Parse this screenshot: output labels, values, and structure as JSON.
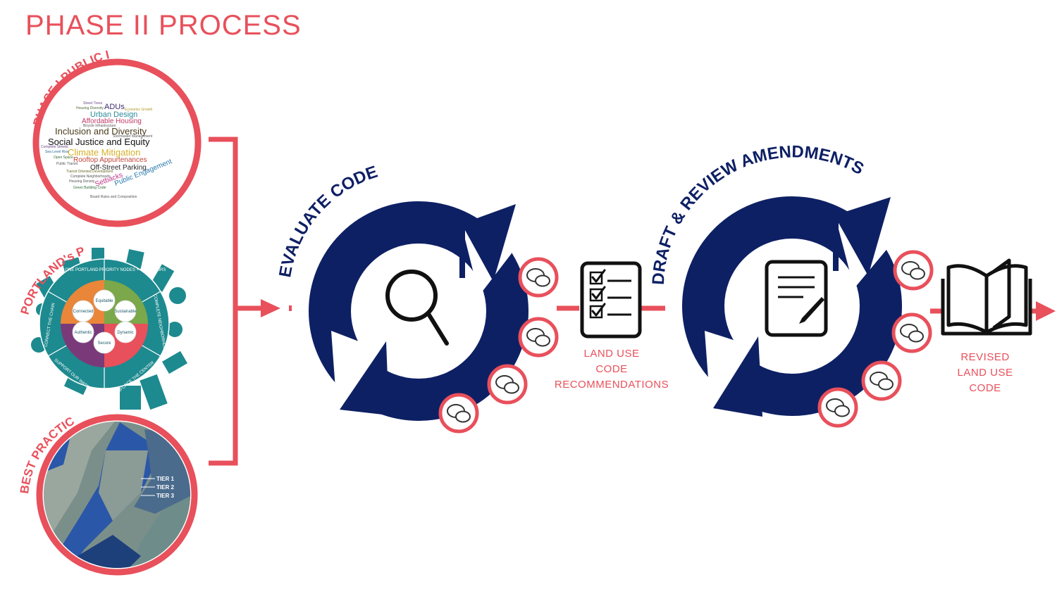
{
  "title": "PHASE II PROCESS",
  "inputs": {
    "phase1": "PHASE I PUBLIC INPUT",
    "plan": "PORTLAND's PLAN",
    "best": "BEST PRACTICE"
  },
  "wordcloud": {
    "big": [
      "Inclusion and Diversity",
      "Social Justice and Equity",
      "Climate Mitigation"
    ],
    "mid": [
      "ADUs",
      "Urban Design",
      "Affordable Housing",
      "Rooftop Appurtenances",
      "Off-Street Parking",
      "Setbacks",
      "Public Engagement"
    ],
    "small": [
      "Street Trees",
      "Housing Diversity",
      "Economic Growth",
      "Bicycle Infrastructure",
      "Stormwater Management",
      "Complete Streets",
      "Sea Level Rise",
      "Open Space",
      "Public Transit",
      "Transit Oriented Development",
      "Complete Neighborhoods",
      "Housing Density",
      "Green Building Code",
      "Board Rules and Composition"
    ]
  },
  "plan_graphic": {
    "center": [
      "Equitable",
      "Sustainable",
      "Dynamic",
      "Secure",
      "Authentic",
      "Connected"
    ],
    "ring": [
      "ONE PORTLAND",
      "PRIORITY NODES + CORRIDORS",
      "COMPLETE NEIGHBORHOODS",
      "REINFORCE THE CENTER",
      "SUPPORT OUR WATERFRONT",
      "CONNECT THE CHAIN"
    ]
  },
  "map_tiers": [
    "TIER 1",
    "TIER 2",
    "TIER 3"
  ],
  "steps": {
    "evaluate": "EVALUATE CODE",
    "draft": "DRAFT & REVIEW AMENDMENTS"
  },
  "outputs": {
    "recommendations": [
      "LAND USE",
      "CODE",
      "RECOMMENDATIONS"
    ],
    "revised": [
      "REVISED",
      "LAND USE",
      "CODE"
    ]
  },
  "colors": {
    "accent": "#e8505b",
    "navy": "#0e2064",
    "teal": "#1d8a8f"
  },
  "icons": [
    "magnifier-icon",
    "checklist-icon",
    "document-pen-icon",
    "open-book-icon",
    "chat-bubble-icon"
  ]
}
